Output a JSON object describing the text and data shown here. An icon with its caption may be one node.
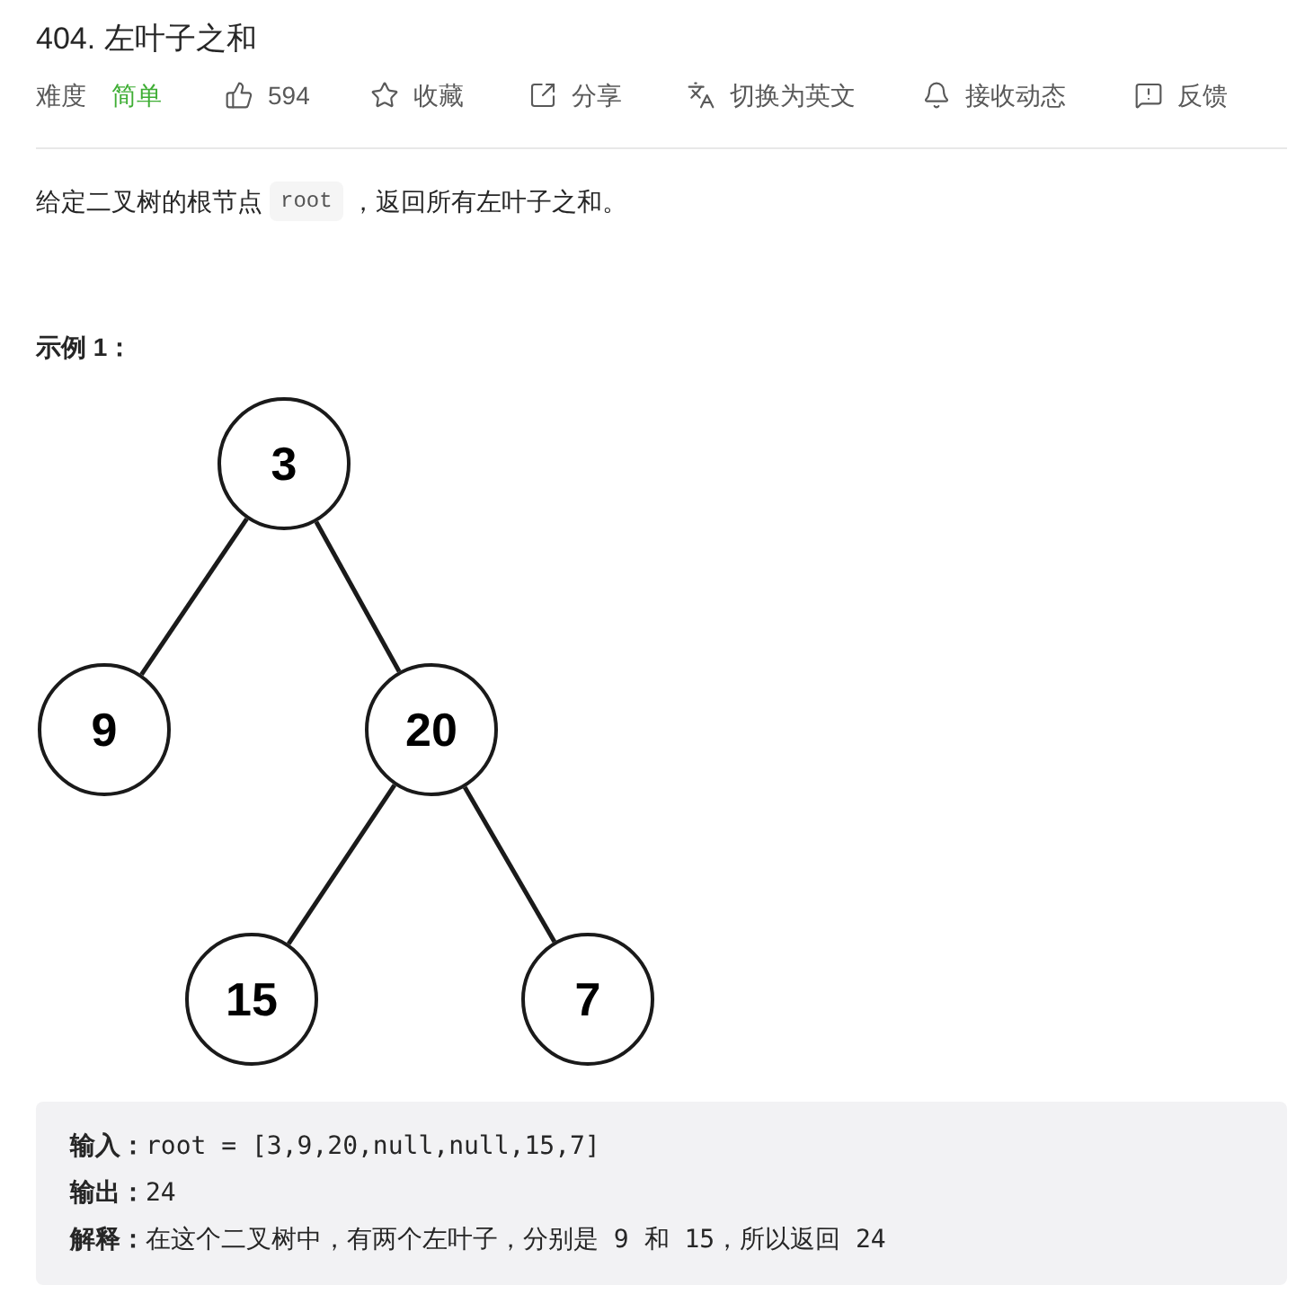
{
  "diagram": {
    "title": "404. 左叶子之和",
    "nodes": [
      {
        "text": [
          "3"
        ]
      },
      {
        "text": [
          "9"
        ]
      },
      {
        "text": [
          "20"
        ]
      },
      {
        "text": [
          "15"
        ]
      },
      {
        "text": [
          "7"
        ]
      }
    ],
    "edges": [
      {
        "from": 0,
        "to": 1,
        "arrow": "none"
      },
      {
        "from": 0,
        "to": 2,
        "arrow": "none"
      },
      {
        "from": 2,
        "to": 3,
        "arrow": "none"
      },
      {
        "from": 2,
        "to": 4,
        "arrow": "none"
      }
    ],
    "labels": [
      "难度",
      "简单",
      "594",
      "收藏",
      "分享",
      "切换为英文",
      "接收动态",
      "反馈",
      "给定二叉树的根节点",
      "root",
      "，返回所有左叶子之和。",
      "示例 1：",
      "**输入：**root = [3,9,20,null,null,15,7]",
      "**输出：**24",
      "**解释：**在这个二叉树中，有两个左叶子，分别是 9 和 15，所以返回 24"
    ]
  }
}
